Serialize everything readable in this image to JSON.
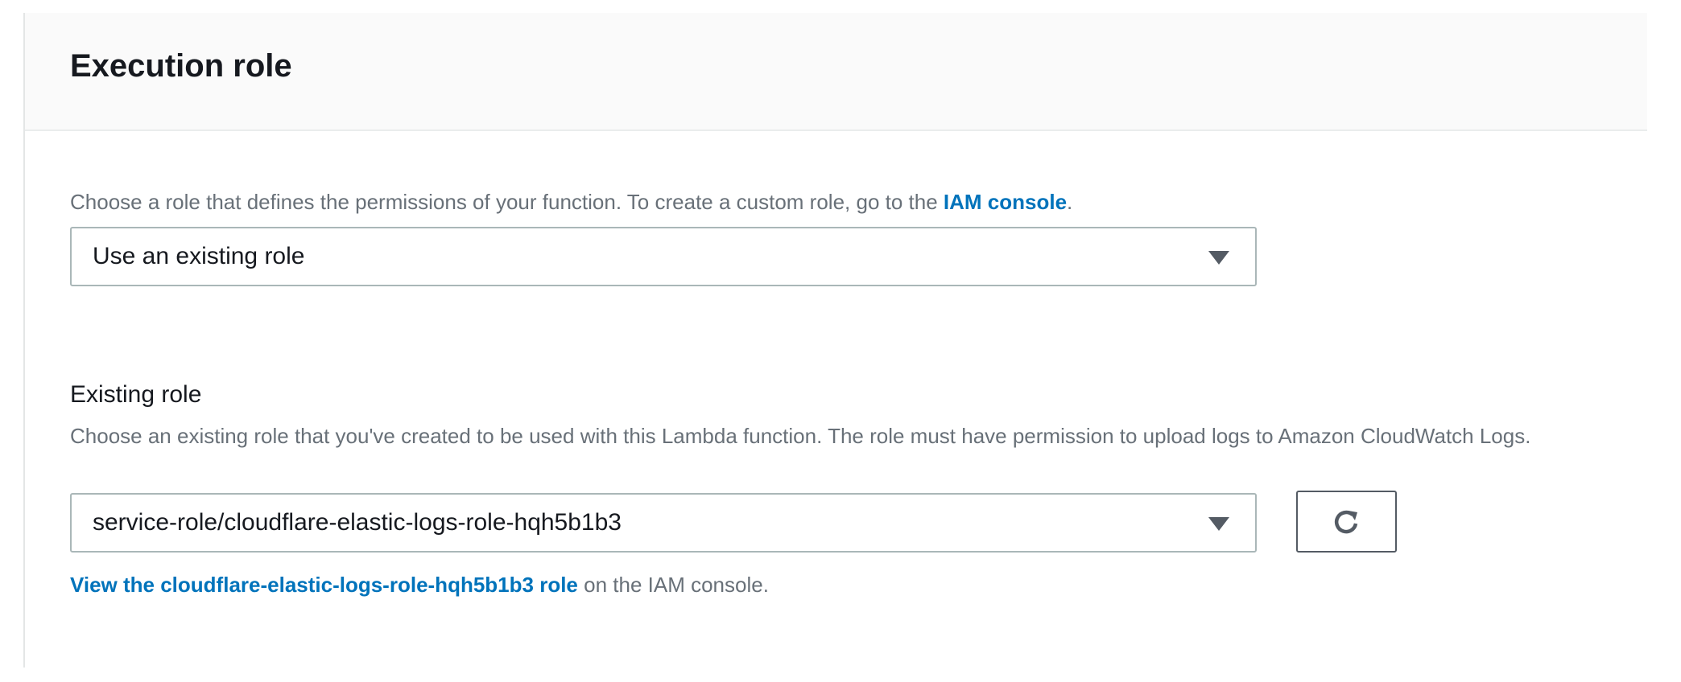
{
  "section": {
    "title": "Execution role"
  },
  "role_choice": {
    "description": "Choose a role that defines the permissions of your function. To create a custom role, go to the ",
    "description_link": "IAM console",
    "description_end": ".",
    "selected": "Use an existing role"
  },
  "existing_role": {
    "label": "Existing role",
    "description": "Choose an existing role that you've created to be used with this Lambda function. The role must have permission to upload logs to Amazon CloudWatch Logs.",
    "selected": "service-role/cloudflare-elastic-logs-role-hqh5b1b3",
    "refresh_icon": "refresh-icon",
    "view_link": "View the cloudflare-elastic-logs-role-hqh5b1b3 role",
    "view_suffix": " on the IAM console."
  },
  "colors": {
    "link": "#0073bb",
    "text": "#16191f",
    "muted": "#687078",
    "border": "#aab7b8"
  }
}
